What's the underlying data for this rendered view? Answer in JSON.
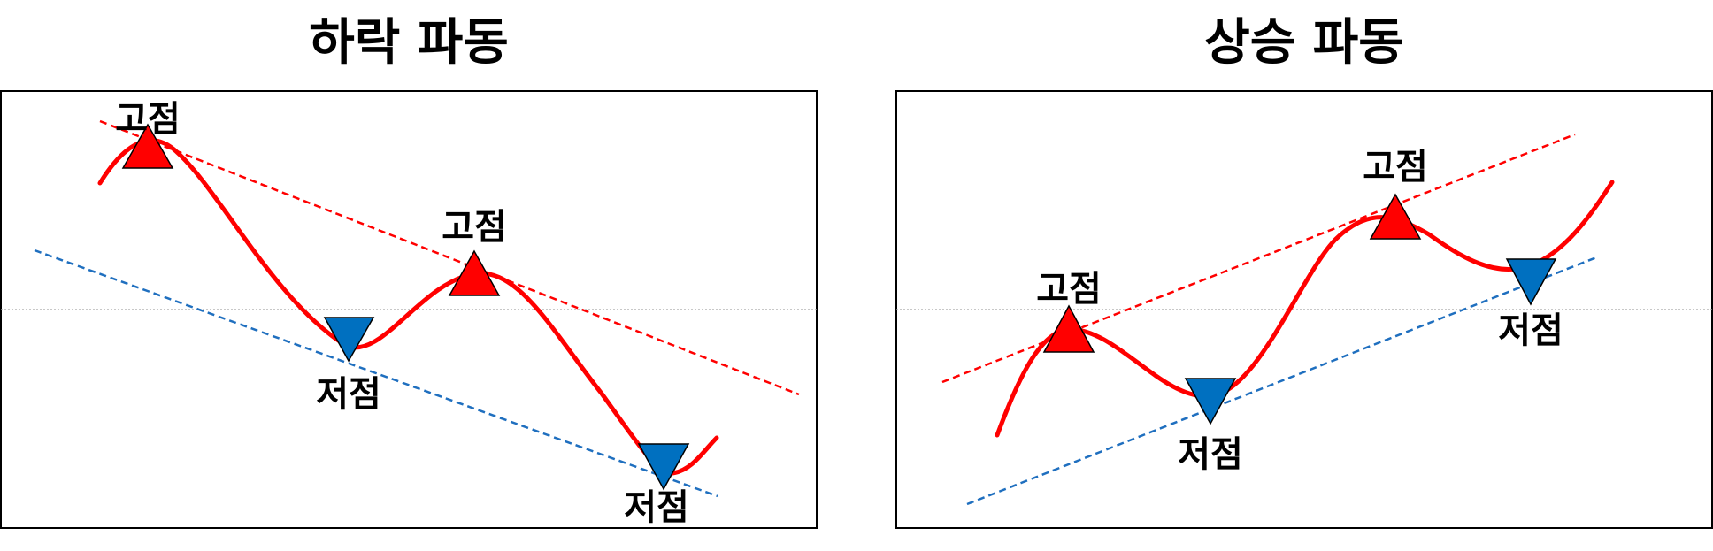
{
  "diagrams": [
    {
      "title": "하락 파동",
      "labels": {
        "peak1": "고점",
        "trough1": "저점",
        "peak2": "고점",
        "trough2": "저점"
      }
    },
    {
      "title": "상승 파동",
      "labels": {
        "peak1": "고점",
        "trough1": "저점",
        "peak2": "고점",
        "trough2": "저점"
      }
    }
  ],
  "colors": {
    "wave": "#ff0000",
    "high_marker": "#ff0000",
    "low_marker": "#0070c0",
    "resistance_line": "#ff0000",
    "support_line": "#1f6fbf",
    "midline": "#a6a6a6",
    "frame": "#000000"
  }
}
